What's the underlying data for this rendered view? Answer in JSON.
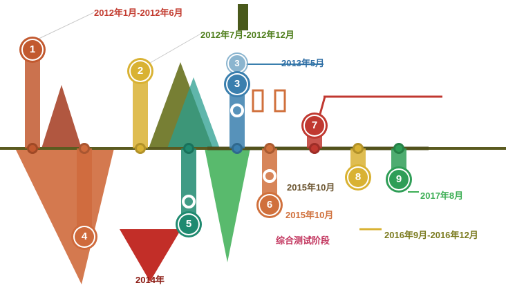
{
  "page": {
    "background": "#ffffff"
  },
  "axis": {
    "color": "#5b5b20"
  },
  "badges": [
    {
      "number": "1",
      "color": "#c2592f"
    },
    {
      "number": "2",
      "color": "#d9b233"
    },
    {
      "number": "3",
      "color": "#3a7fae"
    },
    {
      "number": "4",
      "color": "#cf6a3c"
    },
    {
      "number": "5",
      "color": "#1f8a70"
    },
    {
      "number": "6",
      "color": "#d0703c"
    },
    {
      "number": "7",
      "color": "#c03830"
    },
    {
      "number": "8",
      "color": "#d9b233"
    },
    {
      "number": "9",
      "color": "#2f9e57"
    }
  ],
  "echo_badge": {
    "number": "3",
    "color": "#6fa3c4"
  },
  "labels": [
    {
      "text": "2012年1月-2012年6月",
      "color": "#c23a2e"
    },
    {
      "text": "2012年7月-2012年12月",
      "color": "#4d7d1a"
    },
    {
      "text": "2013年5月",
      "color": "#2e6da4"
    },
    {
      "text": "2015年10月",
      "color": "#6b5530"
    },
    {
      "text": "2015年10月",
      "color": "#d0703c"
    },
    {
      "text": "综合测试阶段",
      "color": "#c2355e"
    },
    {
      "text": "2016年9月-2016年12月",
      "color": "#7a7a1e"
    },
    {
      "text": "2017年8月",
      "color": "#3cae54"
    },
    {
      "text": "2014年",
      "color": "#8b1a12"
    }
  ]
}
